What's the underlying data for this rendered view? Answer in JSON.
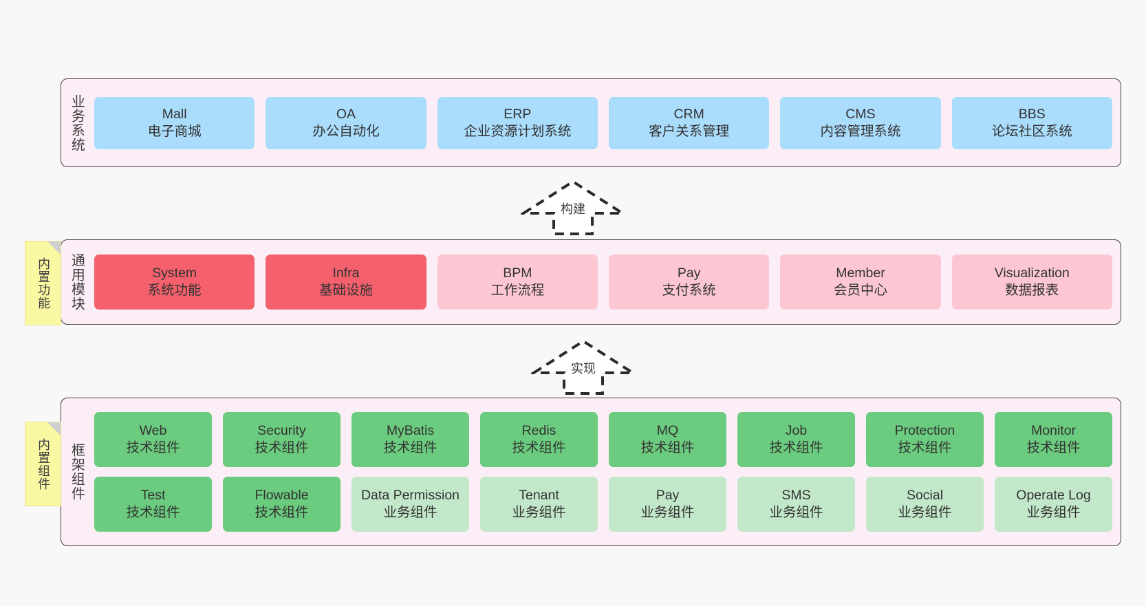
{
  "diagram": {
    "background_color": "#f8f8f8",
    "layer_fill_color": "#fbeef6",
    "layer_border_color": "#4a3b44"
  },
  "notes": [
    {
      "id": "builtin-feature",
      "label": "内置功能",
      "color": "#fbf8a4"
    },
    {
      "id": "builtin-component",
      "label": "内置组件",
      "color": "#fbf8a4"
    }
  ],
  "arrows": [
    {
      "id": "build",
      "label": "构建",
      "style": "dashed-block-arrow-up"
    },
    {
      "id": "implement",
      "label": "实现",
      "style": "dashed-block-arrow-up"
    }
  ],
  "layers": [
    {
      "id": "business-systems",
      "title": "业务系统",
      "rows": [
        {
          "cards": [
            {
              "name": "Mall",
              "sub": "电子商城",
              "color": "#aadcfb",
              "variant": "c-blue"
            },
            {
              "name": "OA",
              "sub": "办公自动化",
              "color": "#aadcfb",
              "variant": "c-blue"
            },
            {
              "name": "ERP",
              "sub": "企业资源计划系统",
              "color": "#aadcfb",
              "variant": "c-blue"
            },
            {
              "name": "CRM",
              "sub": "客户关系管理",
              "color": "#aadcfb",
              "variant": "c-blue"
            },
            {
              "name": "CMS",
              "sub": "内容管理系统",
              "color": "#aadcfb",
              "variant": "c-blue"
            },
            {
              "name": "BBS",
              "sub": "论坛社区系统",
              "color": "#aadcfb",
              "variant": "c-blue"
            }
          ]
        }
      ]
    },
    {
      "id": "common-modules",
      "title": "通用模块",
      "rows": [
        {
          "cards": [
            {
              "name": "System",
              "sub": "系统功能",
              "color": "#f4606c",
              "variant": "c-red"
            },
            {
              "name": "Infra",
              "sub": "基础设施",
              "color": "#f4606c",
              "variant": "c-red"
            },
            {
              "name": "BPM",
              "sub": "工作流程",
              "color": "#fcc7d2",
              "variant": "c-pink"
            },
            {
              "name": "Pay",
              "sub": "支付系统",
              "color": "#fcc7d2",
              "variant": "c-pink"
            },
            {
              "name": "Member",
              "sub": "会员中心",
              "color": "#fcc7d2",
              "variant": "c-pink"
            },
            {
              "name": "Visualization",
              "sub": "数据报表",
              "color": "#fcc7d2",
              "variant": "c-pink"
            }
          ]
        }
      ]
    },
    {
      "id": "framework-components",
      "title": "框架组件",
      "rows": [
        {
          "cards": [
            {
              "name": "Web",
              "sub": "技术组件",
              "color": "#6bcb7e",
              "variant": "c-green"
            },
            {
              "name": "Security",
              "sub": "技术组件",
              "color": "#6bcb7e",
              "variant": "c-green"
            },
            {
              "name": "MyBatis",
              "sub": "技术组件",
              "color": "#6bcb7e",
              "variant": "c-green"
            },
            {
              "name": "Redis",
              "sub": "技术组件",
              "color": "#6bcb7e",
              "variant": "c-green"
            },
            {
              "name": "MQ",
              "sub": "技术组件",
              "color": "#6bcb7e",
              "variant": "c-green"
            },
            {
              "name": "Job",
              "sub": "技术组件",
              "color": "#6bcb7e",
              "variant": "c-green"
            },
            {
              "name": "Protection",
              "sub": "技术组件",
              "color": "#6bcb7e",
              "variant": "c-green"
            },
            {
              "name": "Monitor",
              "sub": "技术组件",
              "color": "#6bcb7e",
              "variant": "c-green"
            }
          ]
        },
        {
          "cards": [
            {
              "name": "Test",
              "sub": "技术组件",
              "color": "#6bcb7e",
              "variant": "c-green"
            },
            {
              "name": "Flowable",
              "sub": "技术组件",
              "color": "#6bcb7e",
              "variant": "c-green"
            },
            {
              "name": "Data Permission",
              "sub": "业务组件",
              "color": "#c2e8c9",
              "variant": "c-lightgreen",
              "wrap": true
            },
            {
              "name": "Tenant",
              "sub": "业务组件",
              "color": "#c2e8c9",
              "variant": "c-lightgreen"
            },
            {
              "name": "Pay",
              "sub": "业务组件",
              "color": "#c2e8c9",
              "variant": "c-lightgreen"
            },
            {
              "name": "SMS",
              "sub": "业务组件",
              "color": "#c2e8c9",
              "variant": "c-lightgreen"
            },
            {
              "name": "Social",
              "sub": "业务组件",
              "color": "#c2e8c9",
              "variant": "c-lightgreen"
            },
            {
              "name": "Operate Log",
              "sub": "业务组件",
              "color": "#c2e8c9",
              "variant": "c-lightgreen"
            }
          ]
        }
      ]
    }
  ]
}
